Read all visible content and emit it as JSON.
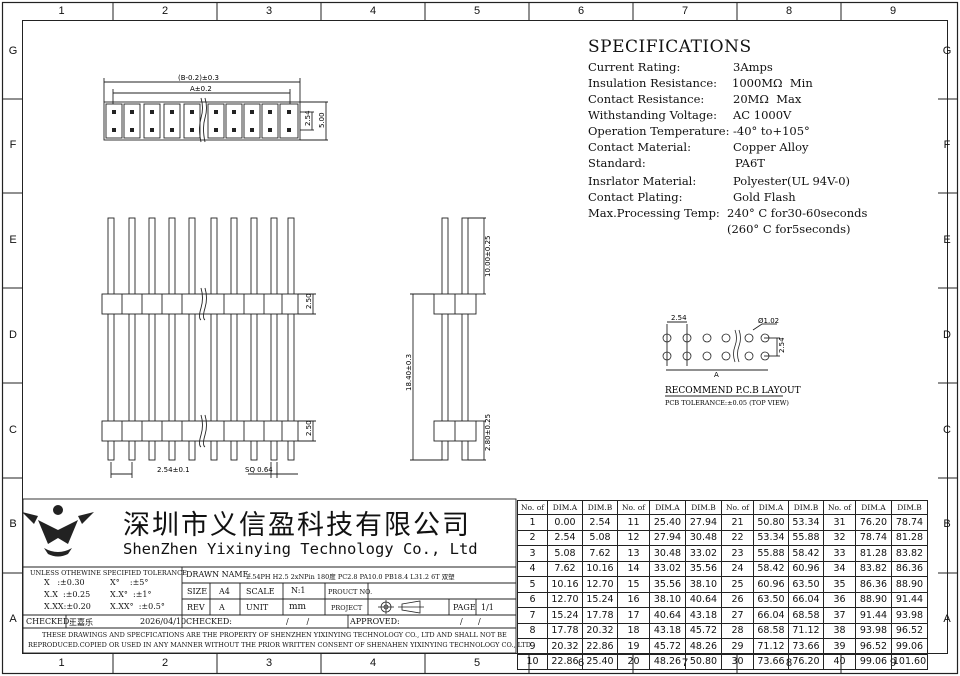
{
  "zones": {
    "columns": [
      "1",
      "2",
      "3",
      "4",
      "5",
      "6",
      "7",
      "8",
      "9"
    ],
    "rows": [
      "G",
      "F",
      "E",
      "D",
      "C",
      "B",
      "A"
    ]
  },
  "specifications": {
    "title": "SPECIFICATIONS",
    "items": [
      {
        "label": "Current Rating:",
        "value": "3Amps"
      },
      {
        "label": "Insulation Resistance:",
        "value": "1000MΩ  Min"
      },
      {
        "label": "Contact Resistance:",
        "value": "20MΩ  Max"
      },
      {
        "label": "Withstanding Voltage:",
        "value": "AC 1000V"
      },
      {
        "label": "Operation Temperature:",
        "value": "-40° to+105°"
      },
      {
        "label": "Contact Material:",
        "value": "Copper Alloy"
      },
      {
        "label": "Standard:",
        "value": "PA6T"
      },
      {
        "label": "Insrlator Material:",
        "value": "Polyester(UL 94V-0)"
      },
      {
        "label": "Contact Plating:",
        "value": "Gold Flash"
      },
      {
        "label": "Max.Processing Temp:",
        "value": "240° C for30-60seconds"
      },
      {
        "label": "",
        "value": "(260° C for5seconds)"
      }
    ]
  },
  "drawing": {
    "top_view": {
      "dim_b": "(B-0.2)±0.3",
      "dim_a": "A±0.2",
      "pitch": "2.54",
      "height": "5.00"
    },
    "front_view": {
      "upper_len": "10.00±0.25",
      "mid": "2.50",
      "total": "18.40±0.3",
      "lower": "2.80±0.25",
      "base": "2.50",
      "pitch": "2.54±0.1",
      "square": "SQ 0.64"
    },
    "pcb": {
      "pitch": "2.54",
      "hole": "Ø1.02",
      "row": "2.54",
      "a": "A",
      "title": "RECOMMEND P.C.B LAYOUT",
      "tolerance": "PCB TOLERANCE:±0.05 (TOP VIEW)"
    }
  },
  "company": {
    "name_cn": "深圳市义信盈科技有限公司",
    "name_en": "ShenZhen Yixinying Technology Co., Ltd"
  },
  "tolerance": {
    "title": "UNLESS OTHEWINE SPECIFIED TOLERANCE",
    "rows": [
      {
        "a": "X   :±0.30",
        "b": "X°    :±5°"
      },
      {
        "a": "X.X  :±0.25",
        "b": "X.X°  :±1°"
      },
      {
        "a": "X.XX:±0.20",
        "b": "X.XX°  :±0.5°"
      }
    ]
  },
  "title_block": {
    "drawn_name_label": "DRAWN NAME:",
    "drawn_name": "2.54PH H2.5 2xNPin 180度 PC2.8 PA10.0 PB18.4 L31.2 6T 双塑",
    "size_label": "SIZE",
    "size": "A4",
    "scale_label": "SCALE",
    "scale": "N:1",
    "product_no_label": "PROUCT NO.",
    "rev_label": "REV",
    "rev": "A",
    "unit_label": "UNIT",
    "unit": "mm",
    "project_label": "PROJECT",
    "page_label": "PAGE",
    "page": "1/1",
    "checked_label_1": "CHECKED:",
    "checked_by": "王嘉乐",
    "checked_date": "2026/04/10",
    "checked_label_2": "CHECKED:",
    "checked_slash": "/       /",
    "approved_label": "APPROVED:",
    "approved_slash": "/      /",
    "disclaimer_1": "THESE DRAWINGS AND SPECFICATIONS ARE THE PROPERTY OF SHENZHEN YIXINYING TECHNOLOGY CO., LTD AND SHALL NOT BE",
    "disclaimer_2": "REPRODUCED.COPIED OR USED IN ANY MANNER WITHOUT THE PRIOR WRITTEN CONSENT OF SHENAHEN YIXINYING TECHNOLOGY CO., LTD"
  },
  "dim_table": {
    "headers": [
      "No. of",
      "DIM.A",
      "DIM.B"
    ],
    "rows": [
      [
        [
          "1",
          "0.00",
          "2.54"
        ],
        [
          "11",
          "25.40",
          "27.94"
        ],
        [
          "21",
          "50.80",
          "53.34"
        ],
        [
          "31",
          "76.20",
          "78.74"
        ]
      ],
      [
        [
          "2",
          "2.54",
          "5.08"
        ],
        [
          "12",
          "27.94",
          "30.48"
        ],
        [
          "22",
          "53.34",
          "55.88"
        ],
        [
          "32",
          "78.74",
          "81.28"
        ]
      ],
      [
        [
          "3",
          "5.08",
          "7.62"
        ],
        [
          "13",
          "30.48",
          "33.02"
        ],
        [
          "23",
          "55.88",
          "58.42"
        ],
        [
          "33",
          "81.28",
          "83.82"
        ]
      ],
      [
        [
          "4",
          "7.62",
          "10.16"
        ],
        [
          "14",
          "33.02",
          "35.56"
        ],
        [
          "24",
          "58.42",
          "60.96"
        ],
        [
          "34",
          "83.82",
          "86.36"
        ]
      ],
      [
        [
          "5",
          "10.16",
          "12.70"
        ],
        [
          "15",
          "35.56",
          "38.10"
        ],
        [
          "25",
          "60.96",
          "63.50"
        ],
        [
          "35",
          "86.36",
          "88.90"
        ]
      ],
      [
        [
          "6",
          "12.70",
          "15.24"
        ],
        [
          "16",
          "38.10",
          "40.64"
        ],
        [
          "26",
          "63.50",
          "66.04"
        ],
        [
          "36",
          "88.90",
          "91.44"
        ]
      ],
      [
        [
          "7",
          "15.24",
          "17.78"
        ],
        [
          "17",
          "40.64",
          "43.18"
        ],
        [
          "27",
          "66.04",
          "68.58"
        ],
        [
          "37",
          "91.44",
          "93.98"
        ]
      ],
      [
        [
          "8",
          "17.78",
          "20.32"
        ],
        [
          "18",
          "43.18",
          "45.72"
        ],
        [
          "28",
          "68.58",
          "71.12"
        ],
        [
          "38",
          "93.98",
          "96.52"
        ]
      ],
      [
        [
          "9",
          "20.32",
          "22.86"
        ],
        [
          "19",
          "45.72",
          "48.26"
        ],
        [
          "29",
          "71.12",
          "73.66"
        ],
        [
          "39",
          "96.52",
          "99.06"
        ]
      ],
      [
        [
          "10",
          "22.86",
          "25.40"
        ],
        [
          "20",
          "48.26",
          "50.80"
        ],
        [
          "30",
          "73.66",
          "76.20"
        ],
        [
          "40",
          "99.06",
          "101.60"
        ]
      ]
    ]
  }
}
